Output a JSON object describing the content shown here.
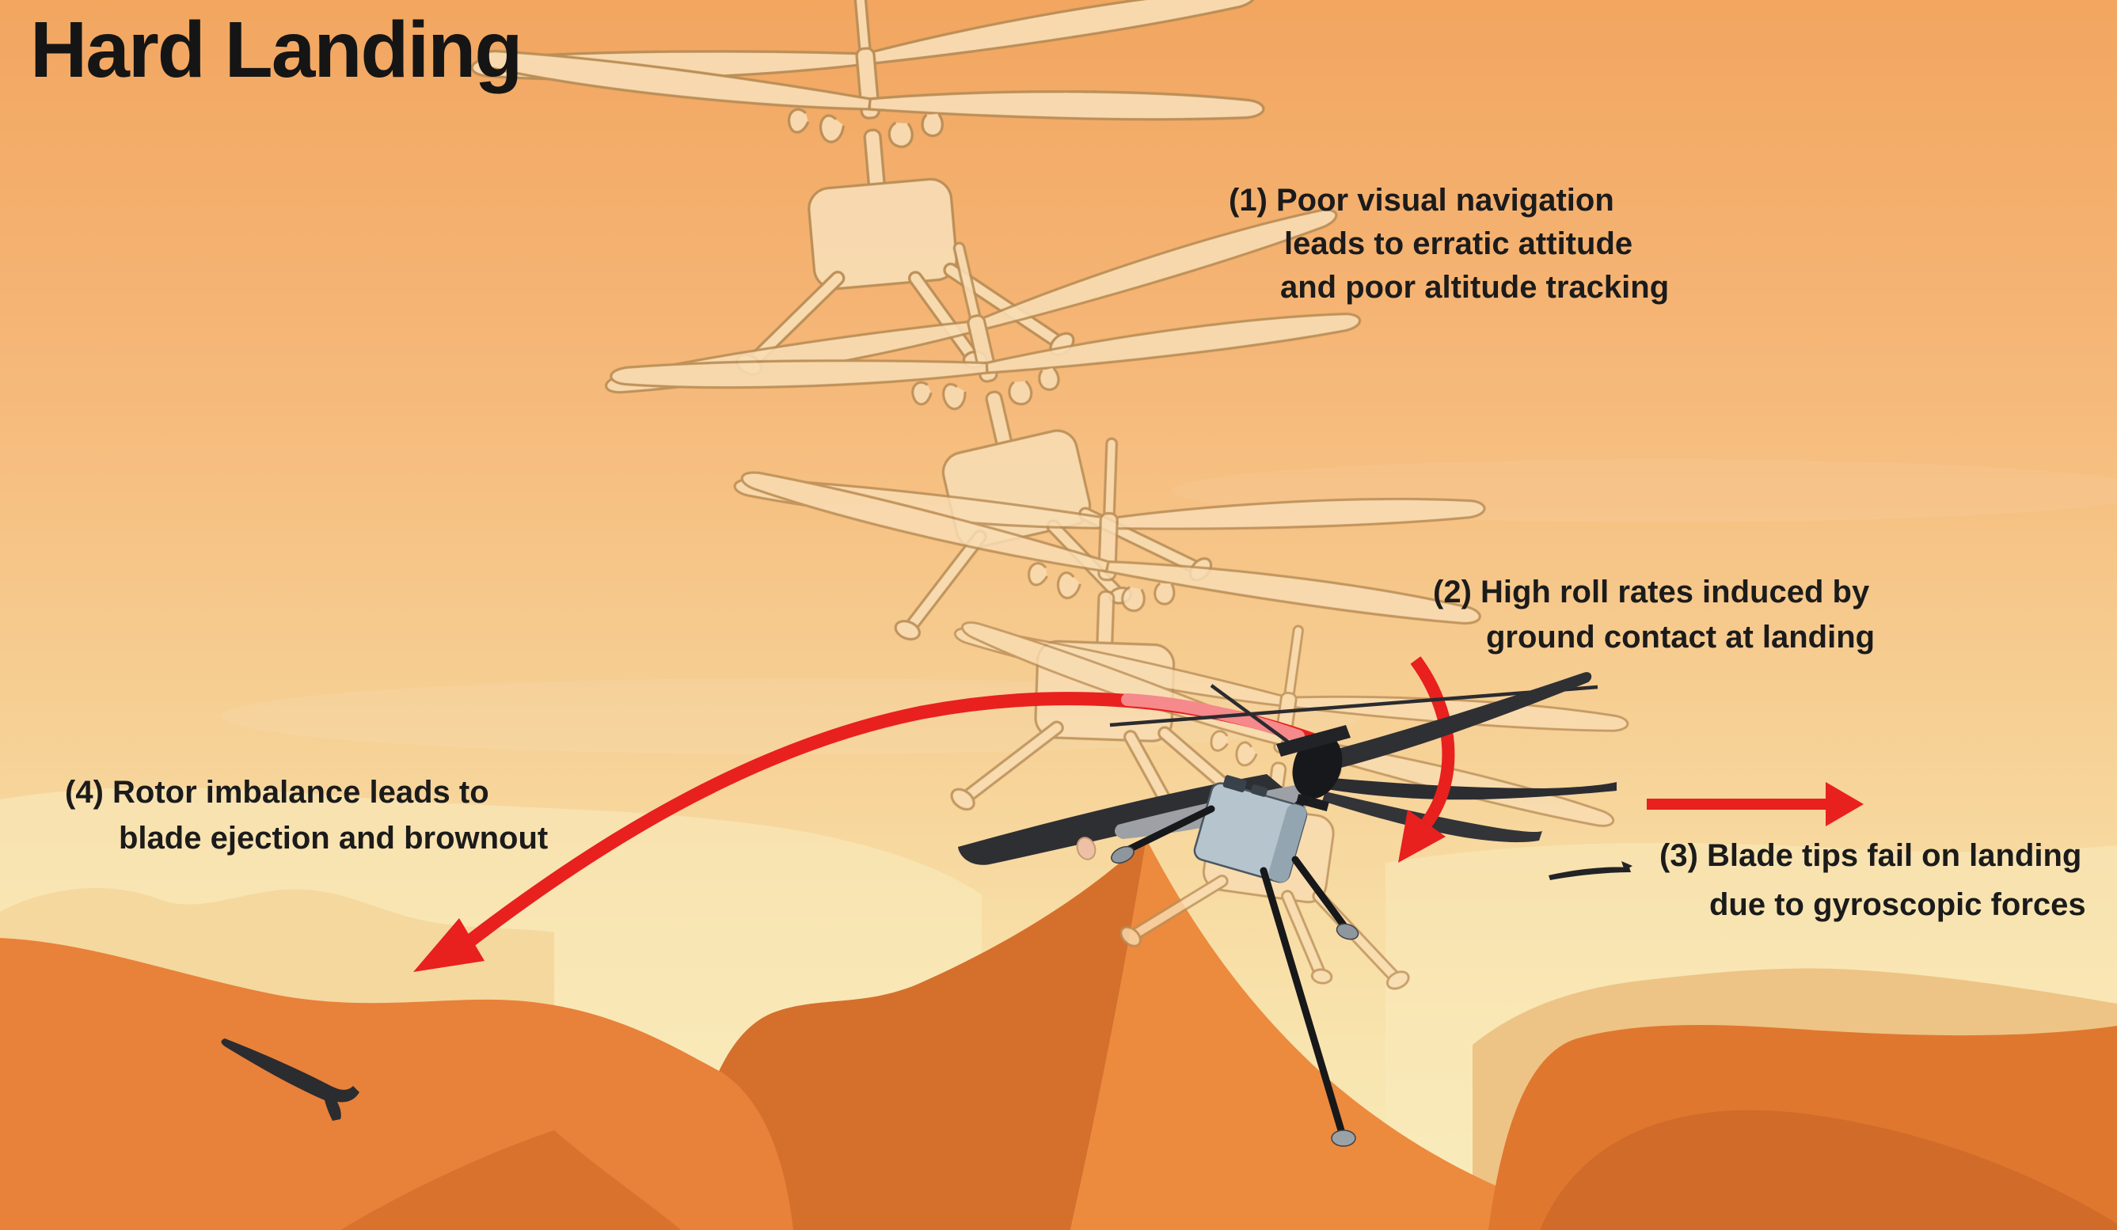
{
  "title": "Hard Landing",
  "annotations": {
    "poor_navigation": {
      "lines": [
        "(1) Poor visual navigation",
        "leads to erratic attitude",
        "and poor altitude tracking"
      ]
    },
    "high_roll": {
      "lines": [
        "(2) High roll rates induced by",
        "ground contact at landing"
      ]
    },
    "blade_tips": {
      "lines": [
        "(3) Blade tips fail on landing",
        "due to gyroscopic forces"
      ]
    },
    "rotor_imbalance": {
      "lines": [
        "(4) Rotor imbalance leads to",
        "blade ejection and brownout"
      ]
    }
  },
  "figure": {
    "type": "infographic",
    "subject": "Mars helicopter hard-landing failure sequence",
    "helicopter_states_shown": 5,
    "elements": [
      "descending-ghost-helicopter-sequence",
      "crashed-helicopter",
      "roll-direction-arrow",
      "blade-ejection-arrow",
      "slide-direction-arrow",
      "blade-tip-fragments",
      "ejected-rotor-blade",
      "mars-dune-terrain"
    ]
  },
  "colors": {
    "arrow_red": "#e8201e",
    "arrow_highlight_pink": "#f5898b",
    "sky_top": "#f2a660",
    "sky_bottom": "#f8ebbc",
    "haze_cream": "#f9edc0",
    "distant_dune_tan": "#edc485",
    "hill_orange": "#e8813a",
    "mountain_orange": "#ec8a3e",
    "mountain_shadow": "#d4702c",
    "right_dune_orange": "#e0772f",
    "right_dune_shadow": "#d06b29",
    "ghost_fill": "#f8dcb2",
    "ghost_outline": "#b98d56",
    "fuselage_gray": "#b5c4cd",
    "blade_dark": "#2e2f33",
    "text_black": "#1b1b1b"
  }
}
